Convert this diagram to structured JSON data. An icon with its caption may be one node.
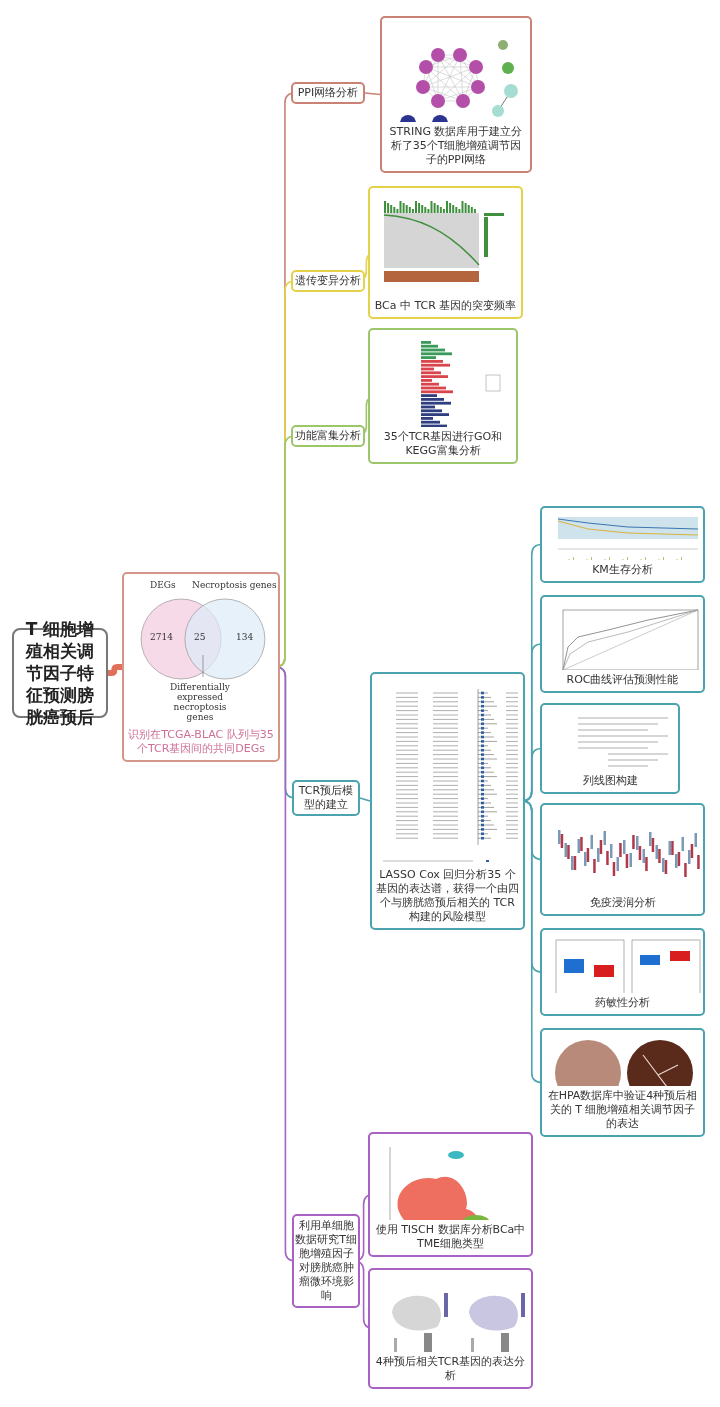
{
  "diagram": {
    "nodes": [
      {
        "text": [
          "T 细胞增殖相关调节因子特征预测膀胱癌预后"
        ]
      },
      {
        "text": [
          "识别在TCGA-BLAC 队列与35个TCR基因间的共同DEGs"
        ]
      },
      {
        "text": [
          "PPI网络分析"
        ]
      },
      {
        "text": [
          "STRING 数据库用于建立分析了35个T细胞增殖调节因子的PPI网络"
        ]
      },
      {
        "text": [
          "遗传变异分析"
        ]
      },
      {
        "text": [
          "BCa 中 TCR 基因的突变频率"
        ]
      },
      {
        "text": [
          "功能富集分析"
        ]
      },
      {
        "text": [
          "35个TCR基因进行GO和KEGG富集分析"
        ]
      },
      {
        "text": [
          "TCR预后模型的建立"
        ]
      },
      {
        "text": [
          "LASSO Cox 回归分析35 个基因的表达谱，获得一个由四个与膀胱癌预后相关的 TCR 构建的风险模型"
        ]
      },
      {
        "text": [
          "KM生存分析"
        ]
      },
      {
        "text": [
          "ROC曲线评估预测性能"
        ]
      },
      {
        "text": [
          "列线图构建"
        ]
      },
      {
        "text": [
          "免疫浸润分析"
        ]
      },
      {
        "text": [
          "药敏性分析"
        ]
      },
      {
        "text": [
          "在HPA数据库中验证4种预后相关的 T 细胞增殖相关调节因子的表达"
        ]
      },
      {
        "text": [
          "利用单细胞数据研究T细胞增殖因子对膀胱癌肿瘤微环境影响"
        ]
      },
      {
        "text": [
          "使用 TISCH 数据库分析BCa中TME细胞类型"
        ]
      },
      {
        "text": [
          "4种预后相关TCR基因的表达分析"
        ]
      }
    ],
    "edges": [
      {
        "from": 0,
        "to": 1,
        "arrow": "none",
        "style": "thick",
        "color": "#e0705a"
      },
      {
        "from": 1,
        "to": 2,
        "arrow": "none",
        "color": "#c98276"
      },
      {
        "from": 1,
        "to": 4,
        "arrow": "none",
        "color": "#e6d24a"
      },
      {
        "from": 1,
        "to": 6,
        "arrow": "none",
        "color": "#9cc66a"
      },
      {
        "from": 1,
        "to": 8,
        "arrow": "none",
        "color": "#4aa3ad"
      },
      {
        "from": 1,
        "to": 16,
        "arrow": "none",
        "color": "#a961c4"
      },
      {
        "from": 2,
        "to": 3,
        "arrow": "none",
        "color": "#c98276"
      },
      {
        "from": 4,
        "to": 5,
        "arrow": "none",
        "color": "#e6d24a"
      },
      {
        "from": 6,
        "to": 7,
        "arrow": "none",
        "color": "#9cc66a"
      },
      {
        "from": 8,
        "to": 9,
        "arrow": "none",
        "color": "#4aa3ad"
      },
      {
        "from": 9,
        "to": 10,
        "arrow": "none",
        "color": "#4aa3ad"
      },
      {
        "from": 9,
        "to": 11,
        "arrow": "none",
        "color": "#4aa3ad"
      },
      {
        "from": 9,
        "to": 12,
        "arrow": "none",
        "color": "#4aa3ad"
      },
      {
        "from": 9,
        "to": 13,
        "arrow": "none",
        "color": "#4aa3ad"
      },
      {
        "from": 9,
        "to": 14,
        "arrow": "none",
        "color": "#4aa3ad"
      },
      {
        "from": 9,
        "to": 15,
        "arrow": "none",
        "color": "#4aa3ad"
      },
      {
        "from": 16,
        "to": 17,
        "arrow": "none",
        "color": "#a961c4"
      },
      {
        "from": 16,
        "to": 18,
        "arrow": "none",
        "color": "#a961c4"
      }
    ],
    "labels": [
      "DEGs",
      "Necroptosis genes",
      "2714",
      "25",
      "134",
      "Differentially expressed necroptosis genes"
    ]
  }
}
